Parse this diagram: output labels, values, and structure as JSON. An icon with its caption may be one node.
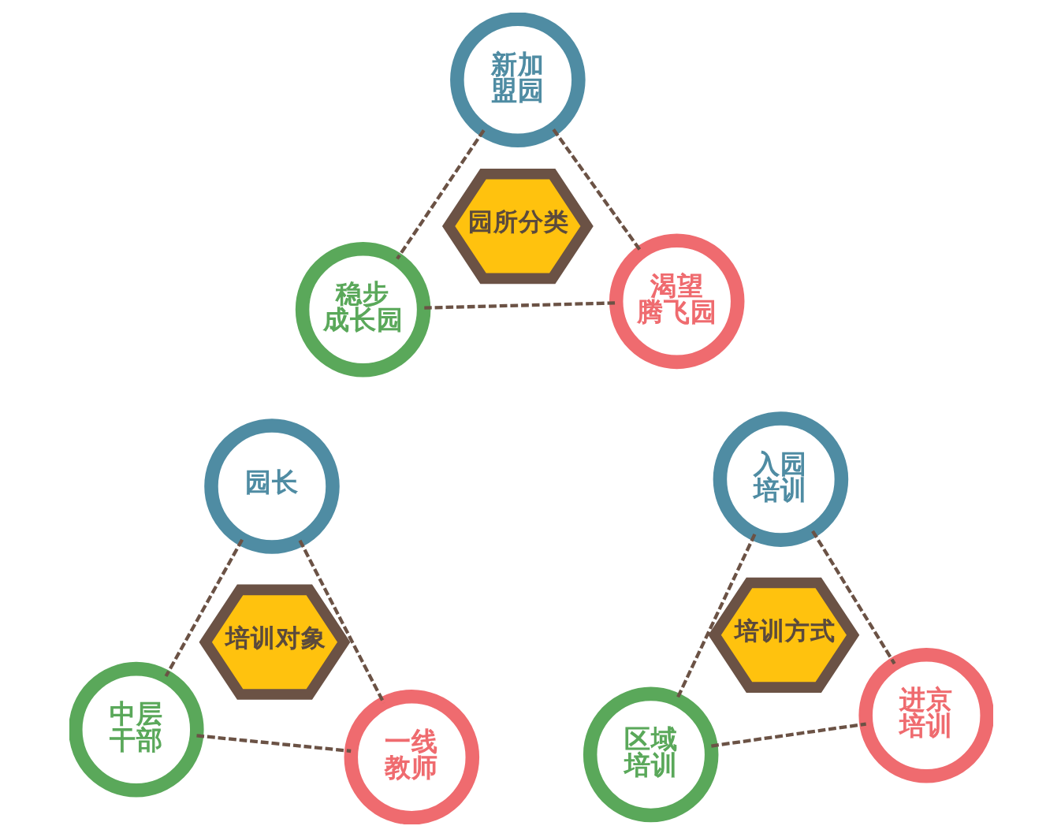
{
  "diagram": {
    "nodes": [
      {
        "text": [
          "新加盟园"
        ]
      },
      {
        "text": [
          "园所分类"
        ]
      },
      {
        "text": [
          "稳步成长园"
        ]
      },
      {
        "text": [
          "渴望腾飞园"
        ]
      },
      {
        "text": [
          "园长"
        ]
      },
      {
        "text": [
          "培训对象"
        ]
      },
      {
        "text": [
          "中层干部"
        ]
      },
      {
        "text": [
          "一线教师"
        ]
      },
      {
        "text": [
          "入园培训"
        ]
      },
      {
        "text": [
          "培训方式"
        ]
      },
      {
        "text": [
          "区域培训"
        ]
      },
      {
        "text": [
          "进京培训"
        ]
      }
    ],
    "edges": [
      {
        "from": 0,
        "to": 2,
        "arrow": "none",
        "style": "dashed"
      },
      {
        "from": 0,
        "to": 3,
        "arrow": "none",
        "style": "dashed"
      },
      {
        "from": 2,
        "to": 3,
        "arrow": "none",
        "style": "dashed"
      },
      {
        "from": 4,
        "to": 6,
        "arrow": "none",
        "style": "dashed"
      },
      {
        "from": 4,
        "to": 7,
        "arrow": "none",
        "style": "dashed"
      },
      {
        "from": 6,
        "to": 7,
        "arrow": "none",
        "style": "dashed"
      },
      {
        "from": 8,
        "to": 10,
        "arrow": "none",
        "style": "dashed"
      },
      {
        "from": 8,
        "to": 11,
        "arrow": "none",
        "style": "dashed"
      },
      {
        "from": 10,
        "to": 11,
        "arrow": "none",
        "style": "dashed"
      }
    ]
  }
}
